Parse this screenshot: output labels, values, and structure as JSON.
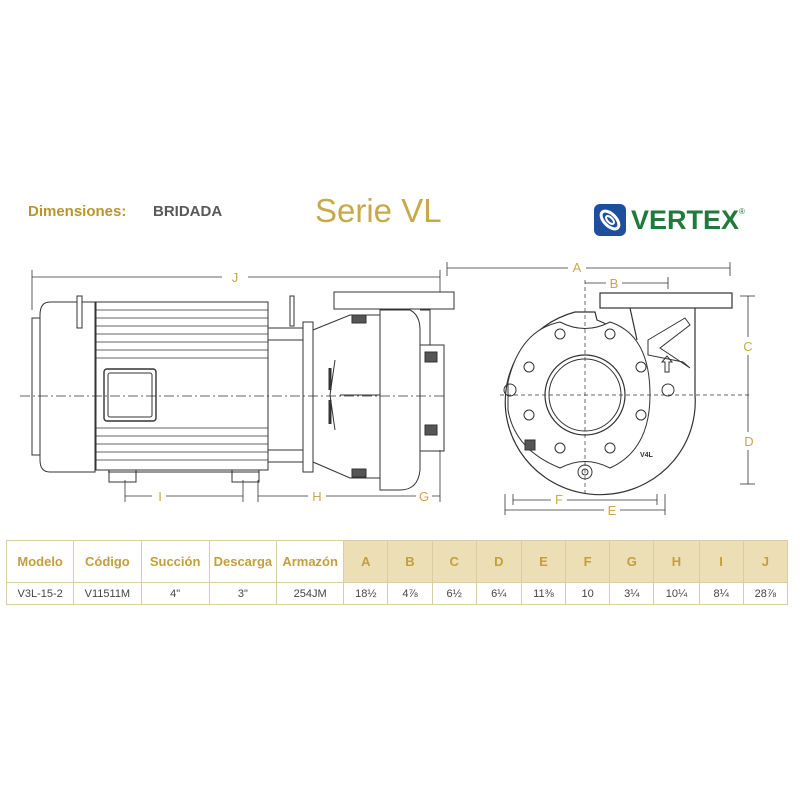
{
  "header": {
    "dimensions_label": "Dimensiones:",
    "connection_type": "BRIDADA",
    "series_title": "Serie VL",
    "brand": "VERTEX",
    "brand_mark": "®"
  },
  "diagram": {
    "labels": {
      "A": "A",
      "B": "B",
      "C": "C",
      "D": "D",
      "E": "E",
      "F": "F",
      "G": "G",
      "H": "H",
      "I": "I",
      "J": "J"
    },
    "casing_mark": "V4L"
  },
  "table": {
    "headers": [
      "Modelo",
      "Código",
      "Succión",
      "Descarga",
      "Armazón",
      "A",
      "B",
      "C",
      "D",
      "E",
      "F",
      "G",
      "H",
      "I",
      "J"
    ],
    "rows": [
      [
        "V3L-15-2",
        "V11511M",
        "4\"",
        "3\"",
        "254JM",
        "18½",
        "4⅞",
        "6½",
        "6¼",
        "11⅜",
        "10",
        "3¼",
        "10¼",
        "8¼",
        "28⅞"
      ]
    ]
  },
  "colors": {
    "gold": "#c8a949",
    "header_fill": "#ecdfb6",
    "brand_green": "#1f7a3c",
    "brand_blue": "#1d4f9c"
  }
}
